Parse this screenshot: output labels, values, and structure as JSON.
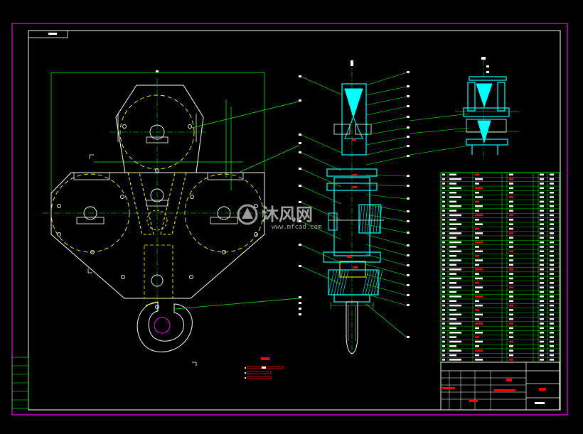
{
  "drawing": {
    "background": "#000000",
    "colors": {
      "frame": "#ff00ff",
      "border": "#ffffff",
      "outline": "#ffffff",
      "dashed": "#ffff00",
      "dimension": "#00ff00",
      "leader": "#00ff00",
      "section": "#00ffff",
      "hatch": "#00ffff",
      "table": "#00ff00",
      "text_red": "#ff0000",
      "label": "#ffffff"
    },
    "views": [
      "front-view",
      "side-section-view",
      "top-detail-view",
      "parts-table",
      "title-block"
    ],
    "parts_table_rows": 42,
    "title_block_text": [
      "",
      "",
      ""
    ]
  },
  "watermark": {
    "brand": "沐风网",
    "url": "www.mfcad.com"
  }
}
